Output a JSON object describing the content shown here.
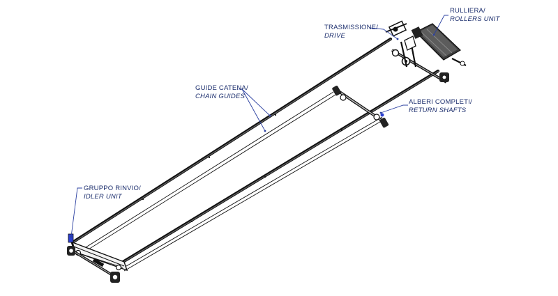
{
  "labels": {
    "rollers": {
      "it": "RULLIERA/",
      "en": "ROLLERS UNIT"
    },
    "drive": {
      "it": "TRASMISSIONE/",
      "en": "DRIVE"
    },
    "chain_guides": {
      "it": "GUIDE CATENA/",
      "en": "CHAIN GUIDES"
    },
    "return_shafts": {
      "it": "ALBERI COMPLETI/",
      "en": "RETURN SHAFTS"
    },
    "idler": {
      "it": "GRUPPO RINVIO/",
      "en": "IDLER UNIT"
    }
  },
  "colors": {
    "label_text": "#1d2f6e",
    "leader": "#2a3fa0",
    "steel": "#1a1a1a",
    "rod_fill": "#e6e6e6",
    "accent_blue": "#2b3fd0"
  }
}
